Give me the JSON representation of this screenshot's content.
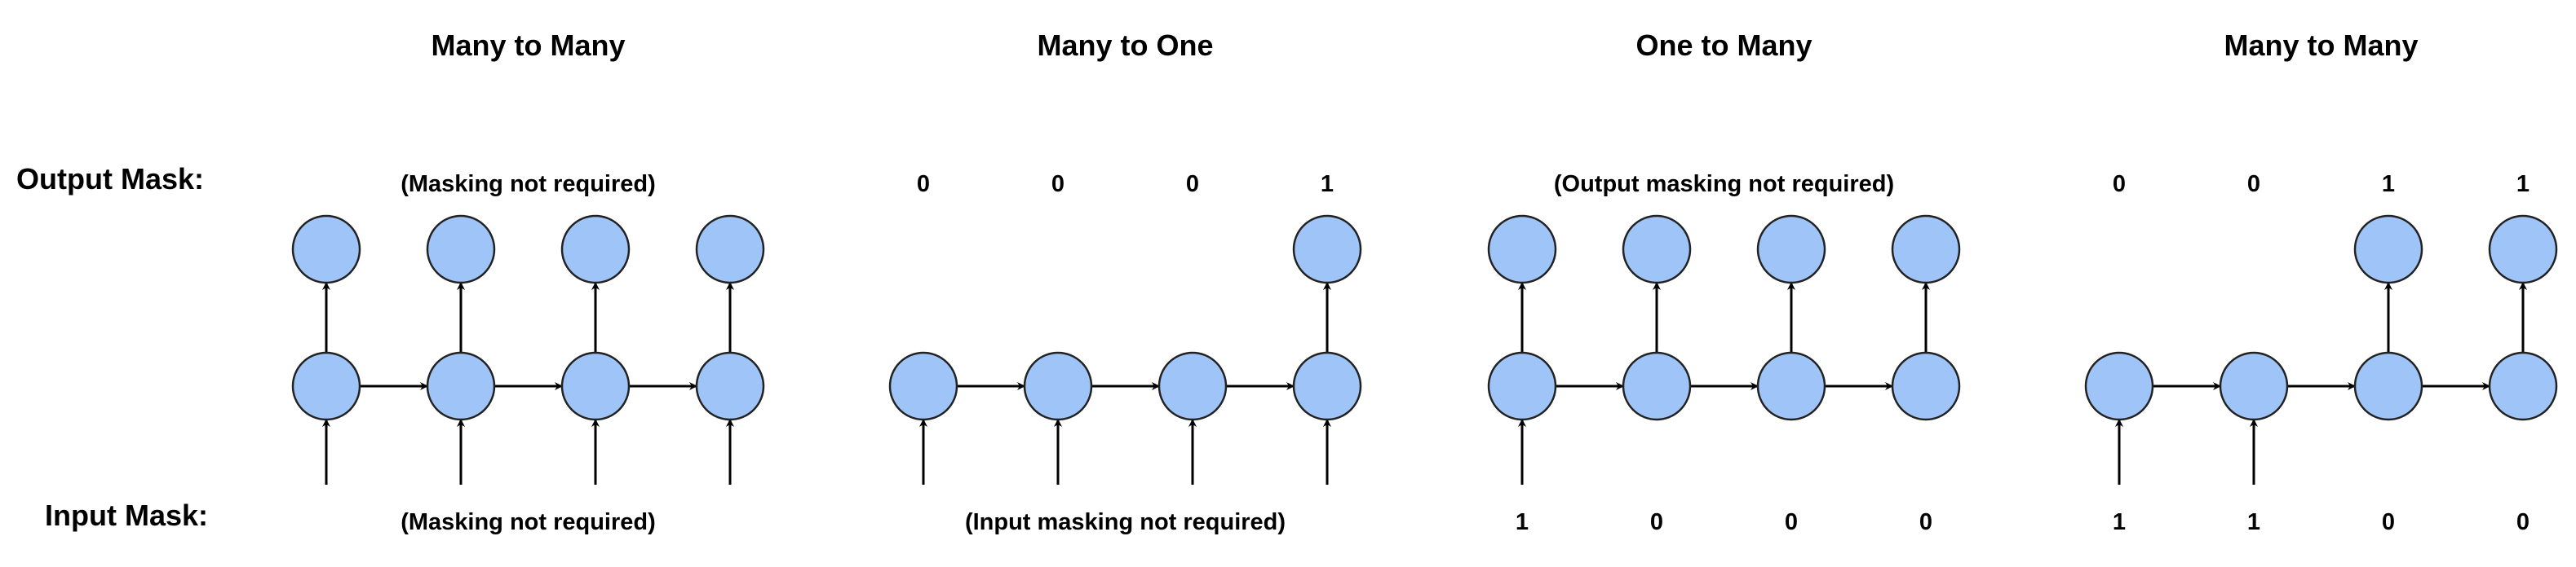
{
  "row_labels": {
    "output_mask": "Output Mask:",
    "input_mask": "Input Mask:"
  },
  "colors": {
    "node_fill": "#9fc5f8",
    "node_stroke": "#222222",
    "arrow": "#000000"
  },
  "panels": [
    {
      "title": "Many to Many",
      "output_nodes": [
        true,
        true,
        true,
        true
      ],
      "input_arrows": [
        true,
        true,
        true,
        true
      ],
      "output_mask_note": "(Masking not required)",
      "output_mask_values": [],
      "input_mask_note": "(Masking not required)",
      "input_mask_values": []
    },
    {
      "title": "Many to One",
      "output_nodes": [
        false,
        false,
        false,
        true
      ],
      "input_arrows": [
        true,
        true,
        true,
        true
      ],
      "output_mask_note": "",
      "output_mask_values": [
        "0",
        "0",
        "0",
        "1"
      ],
      "input_mask_note": "(Input masking not required)",
      "input_mask_values": []
    },
    {
      "title": "One to Many",
      "output_nodes": [
        true,
        true,
        true,
        true
      ],
      "input_arrows": [
        true,
        false,
        false,
        false
      ],
      "output_mask_note": "(Output masking not required)",
      "output_mask_values": [],
      "input_mask_note": "",
      "input_mask_values": [
        "1",
        "0",
        "0",
        "0"
      ]
    },
    {
      "title": "Many to Many",
      "output_nodes": [
        false,
        false,
        true,
        true
      ],
      "input_arrows": [
        true,
        true,
        false,
        false
      ],
      "output_mask_note": "",
      "output_mask_values": [
        "0",
        "0",
        "1",
        "1"
      ],
      "input_mask_note": "",
      "input_mask_values": [
        "1",
        "1",
        "0",
        "0"
      ]
    }
  ]
}
